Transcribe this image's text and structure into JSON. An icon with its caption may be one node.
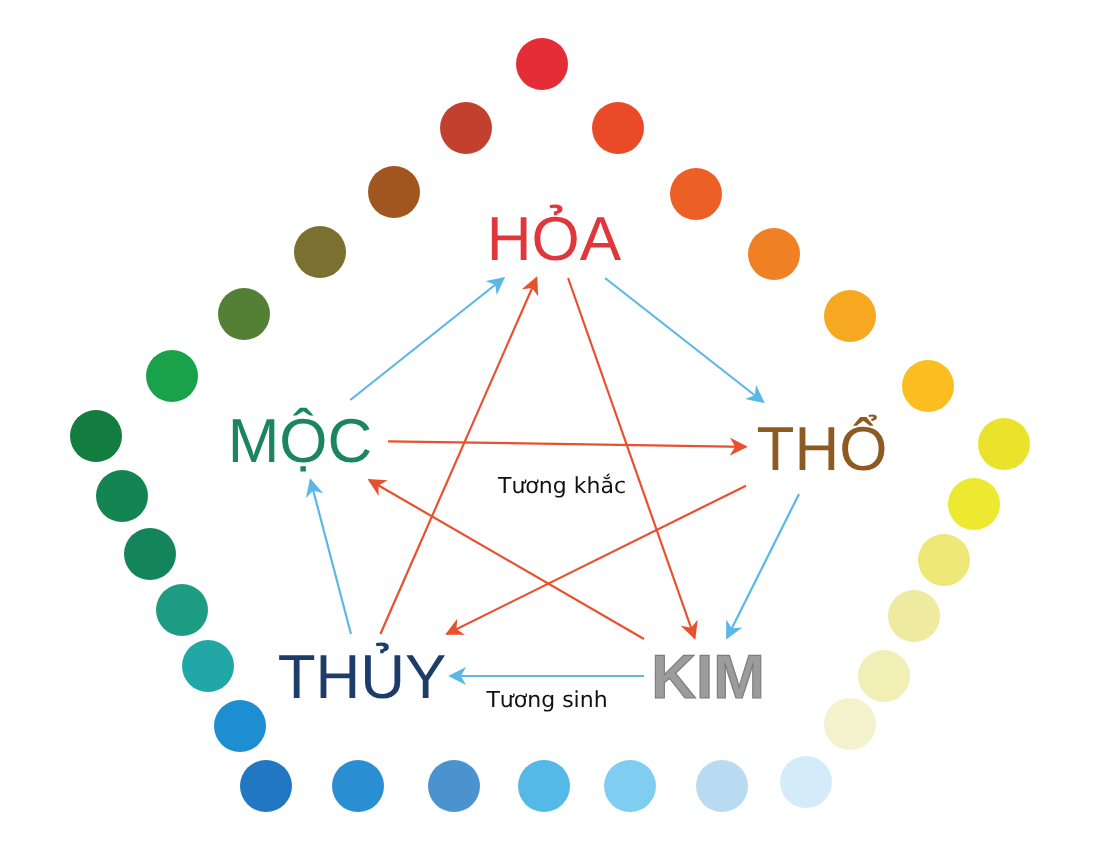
{
  "diagram": {
    "nodes": [
      {
        "text": [
          "HỎA"
        ]
      },
      {
        "text": [
          "MỘC"
        ]
      },
      {
        "text": [
          "THỔ"
        ]
      },
      {
        "text": [
          "THỦY"
        ]
      },
      {
        "text": [
          "KIM"
        ]
      }
    ],
    "edges": [
      {
        "from": 1,
        "to": 0,
        "arrow": "to"
      },
      {
        "from": 0,
        "to": 2,
        "arrow": "to"
      },
      {
        "from": 2,
        "to": 4,
        "arrow": "to"
      },
      {
        "from": 4,
        "to": 3,
        "arrow": "to",
        "label": "Tương sinh"
      },
      {
        "from": 3,
        "to": 1,
        "arrow": "to"
      },
      {
        "from": 1,
        "to": 2,
        "arrow": "to",
        "color": "#e8502e"
      },
      {
        "from": 2,
        "to": 3,
        "arrow": "to",
        "color": "#e8502e"
      },
      {
        "from": 3,
        "to": 0,
        "arrow": "to",
        "color": "#e8502e"
      },
      {
        "from": 0,
        "to": 4,
        "arrow": "to",
        "color": "#e8502e"
      },
      {
        "from": 4,
        "to": 1,
        "arrow": "to",
        "color": "#e8502e"
      }
    ],
    "labels": [
      "Tương khắc"
    ]
  }
}
